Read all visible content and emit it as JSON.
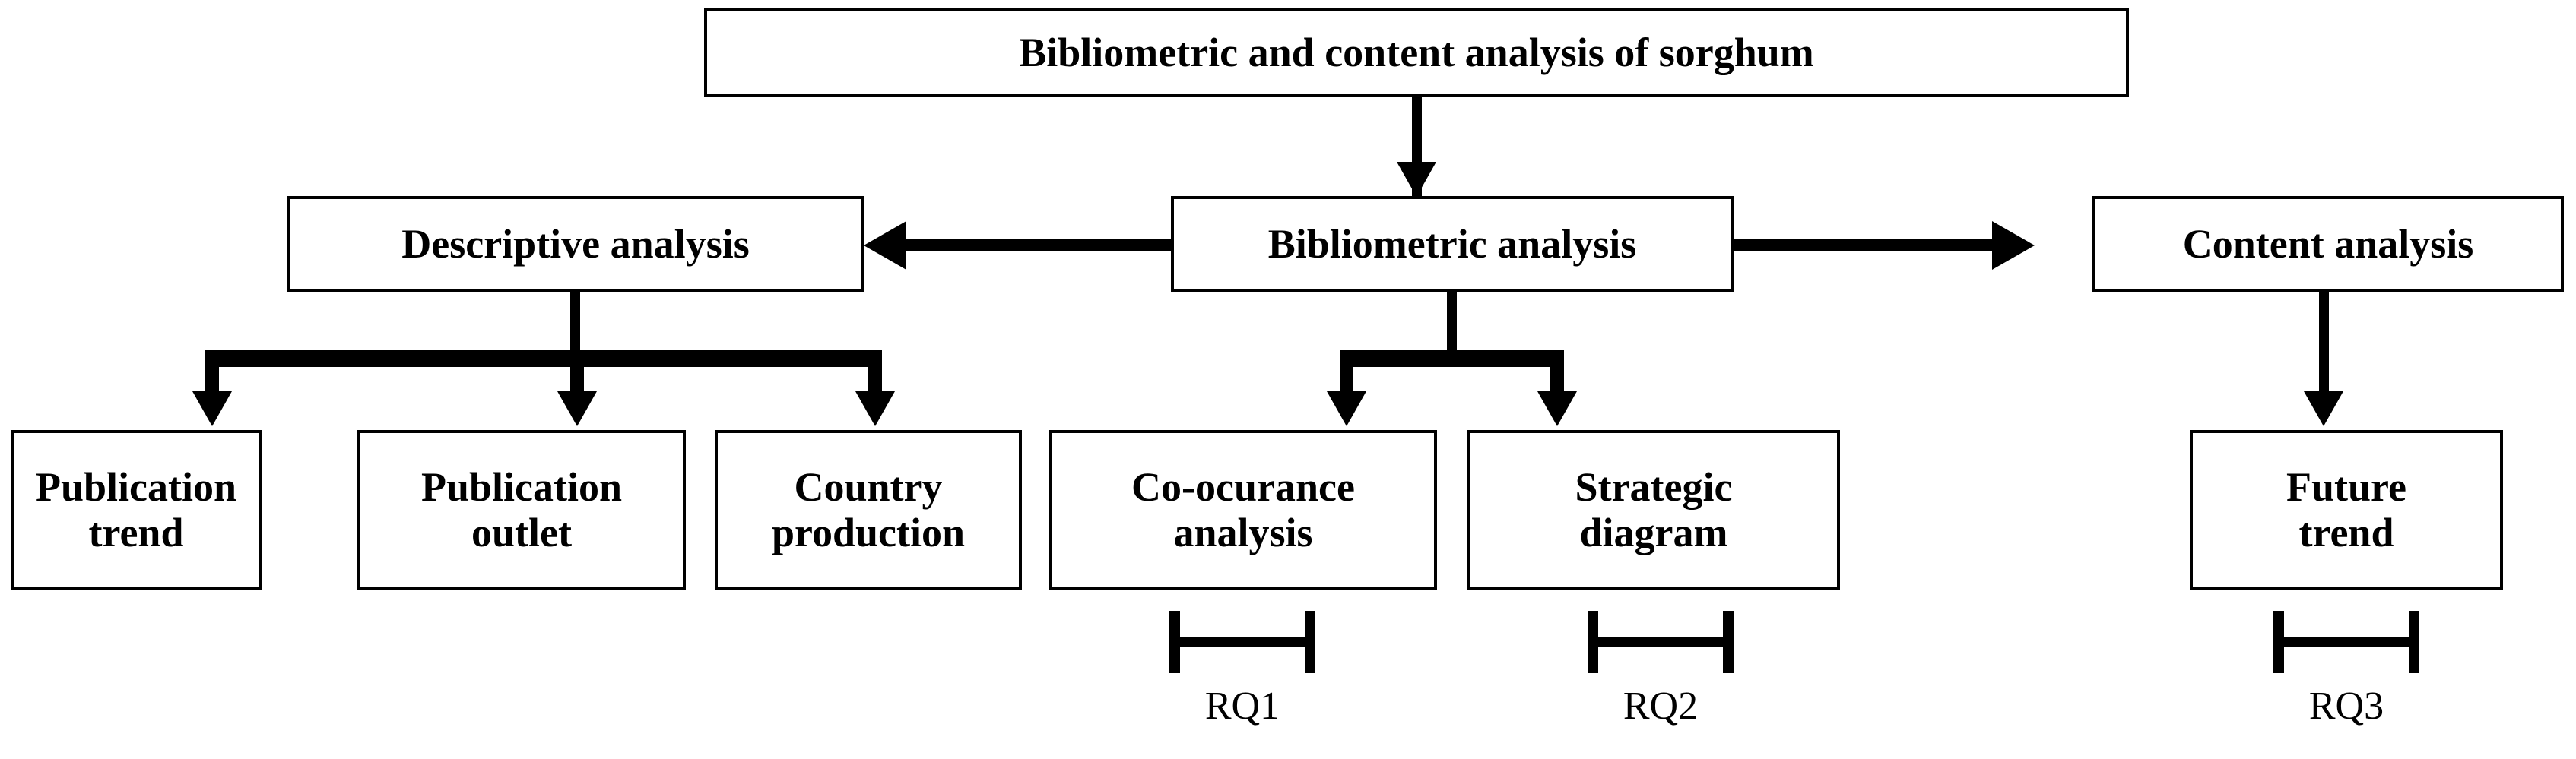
{
  "diagram": {
    "title_node": {
      "label": "Bibliometric and content analysis of sorghum"
    },
    "level2": [
      {
        "id": "descriptive",
        "label": "Descriptive analysis"
      },
      {
        "id": "bibliometric",
        "label": "Bibliometric analysis"
      },
      {
        "id": "content",
        "label": "Content analysis"
      }
    ],
    "level3": [
      {
        "id": "publication-trend",
        "label": "Publication\ntrend"
      },
      {
        "id": "publication-outlet",
        "label": "Publication\noutlet"
      },
      {
        "id": "country-production",
        "label": "Country\nproduction"
      },
      {
        "id": "co-ocurance-analysis",
        "label": "Co-ocurance\nanalysis"
      },
      {
        "id": "strategic-diagram",
        "label": "Strategic\ndiagram"
      },
      {
        "id": "future-trend",
        "label": "Future\ntrend"
      }
    ],
    "research_questions": [
      {
        "id": "rq1",
        "label": "RQ1"
      },
      {
        "id": "rq2",
        "label": "RQ2"
      },
      {
        "id": "rq3",
        "label": "RQ3"
      }
    ],
    "colors": {
      "stroke": "#000000",
      "fill": "#ffffff",
      "text": "#000000"
    }
  }
}
